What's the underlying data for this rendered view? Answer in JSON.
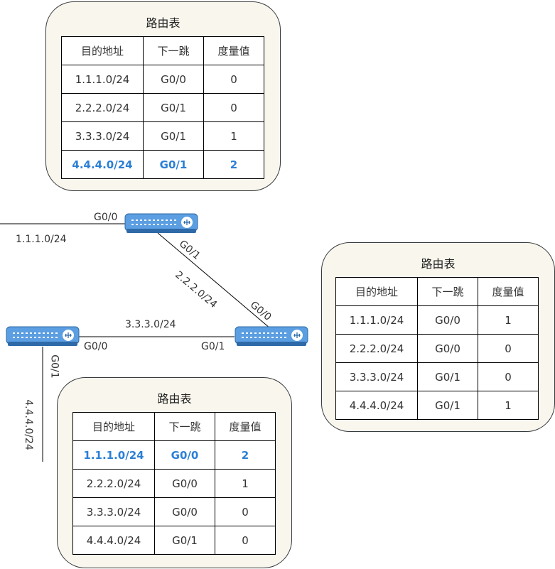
{
  "colors": {
    "panel_bg": "#f9f7ed",
    "highlight": "#2b7fd6",
    "router_body": "#4a90d9"
  },
  "icons": {
    "router": "router-icon"
  },
  "tables": {
    "top": {
      "title": "路由表",
      "headers": [
        "目的地址",
        "下一跳",
        "度量值"
      ],
      "rows": [
        [
          "1.1.1.0/24",
          "G0/0",
          "0"
        ],
        [
          "2.2.2.0/24",
          "G0/1",
          "0"
        ],
        [
          "3.3.3.0/24",
          "G0/1",
          "1"
        ],
        [
          "4.4.4.0/24",
          "G0/1",
          "2"
        ]
      ],
      "highlight_row": 3
    },
    "right": {
      "title": "路由表",
      "headers": [
        "目的地址",
        "下一跳",
        "度量值"
      ],
      "rows": [
        [
          "1.1.1.0/24",
          "G0/0",
          "1"
        ],
        [
          "2.2.2.0/24",
          "G0/0",
          "0"
        ],
        [
          "3.3.3.0/24",
          "G0/1",
          "0"
        ],
        [
          "4.4.4.0/24",
          "G0/1",
          "1"
        ]
      ],
      "highlight_row": -1
    },
    "bottom": {
      "title": "路由表",
      "headers": [
        "目的地址",
        "下一跳",
        "度量值"
      ],
      "rows": [
        [
          "1.1.1.0/24",
          "G0/0",
          "2"
        ],
        [
          "2.2.2.0/24",
          "G0/0",
          "1"
        ],
        [
          "3.3.3.0/24",
          "G0/0",
          "0"
        ],
        [
          "4.4.4.0/24",
          "G0/1",
          "0"
        ]
      ],
      "highlight_row": 0
    }
  },
  "topology": {
    "router_a_g00": "G0/0",
    "router_a_g01": "G0/1",
    "net_1": "1.1.1.0/24",
    "net_2": "2.2.2.0/24",
    "router_b_g00": "G0/0",
    "router_b_g01": "G0/1",
    "net_3": "3.3.3.0/24",
    "router_c_g00": "G0/0",
    "router_c_g01": "G0/1",
    "net_4": "4.4.4.0/24"
  }
}
